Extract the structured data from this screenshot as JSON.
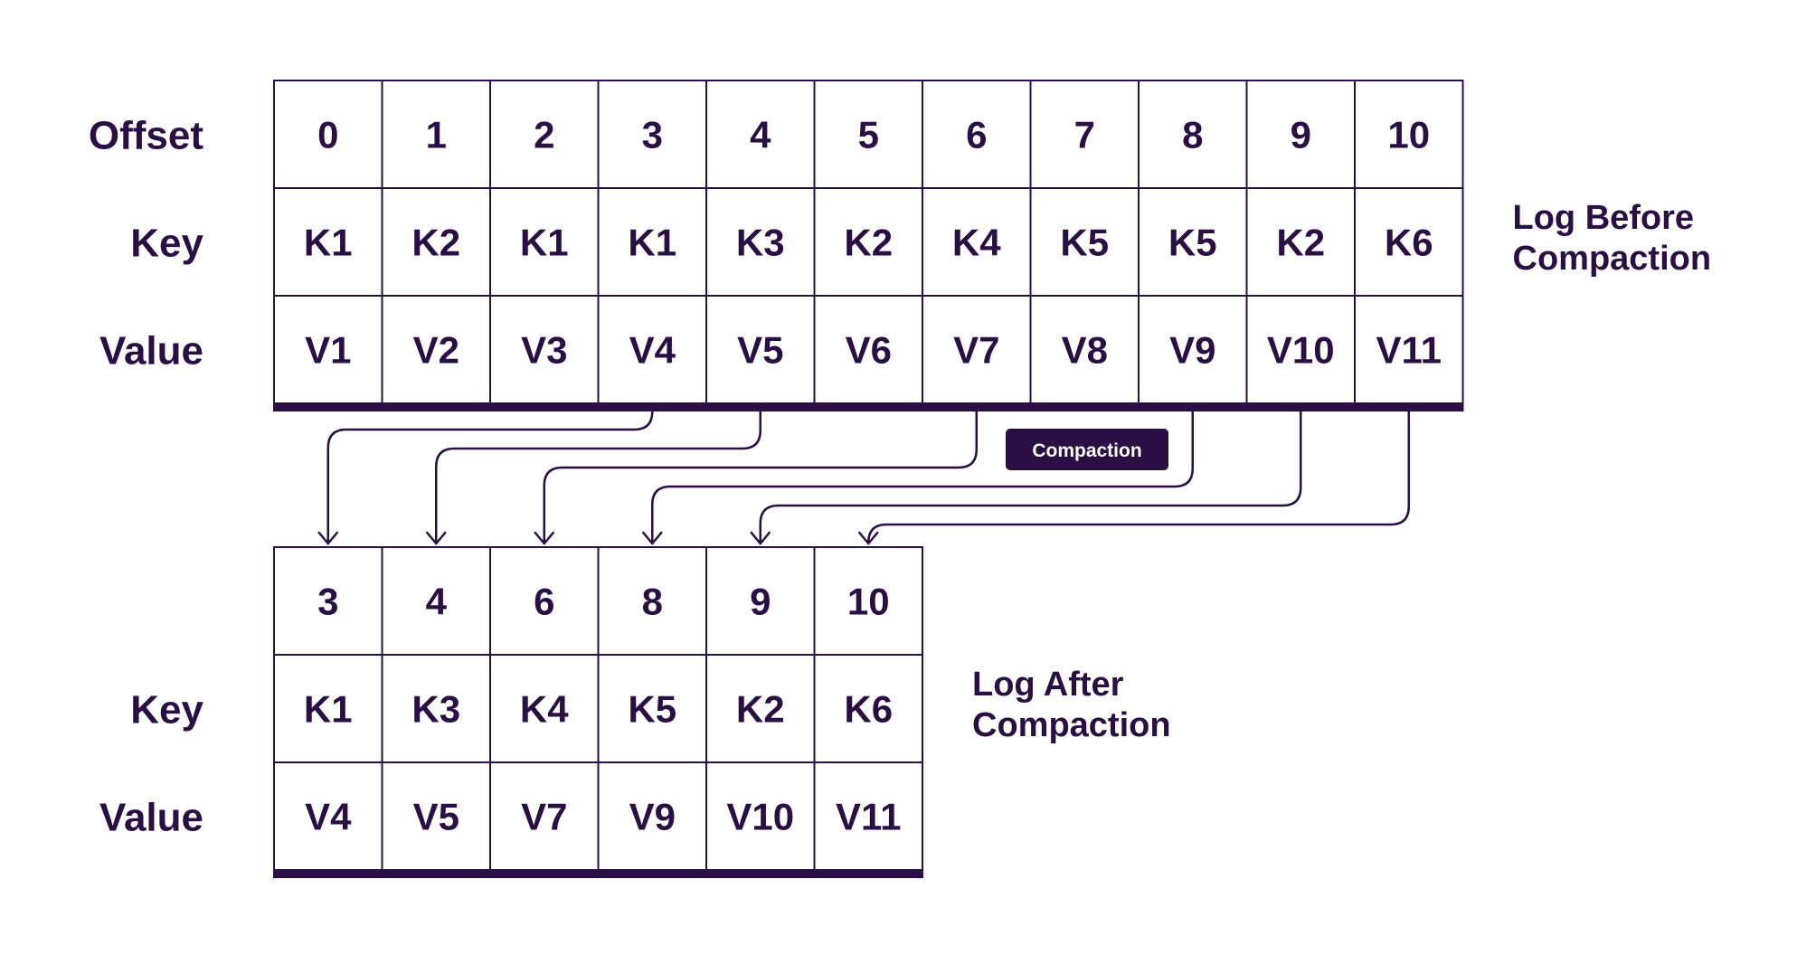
{
  "before_log": {
    "caption": [
      "Log Before",
      "Compaction"
    ],
    "row_labels": [
      "Offset",
      "Key",
      "Value"
    ],
    "offsets": [
      "0",
      "1",
      "2",
      "3",
      "4",
      "5",
      "6",
      "7",
      "8",
      "9",
      "10"
    ],
    "keys": [
      "K1",
      "K2",
      "K1",
      "K1",
      "K3",
      "K2",
      "K4",
      "K5",
      "K5",
      "K2",
      "K6"
    ],
    "values": [
      "V1",
      "V2",
      "V3",
      "V4",
      "V5",
      "V6",
      "V7",
      "V8",
      "V9",
      "V10",
      "V11"
    ]
  },
  "compaction_button": {
    "label": "Compaction"
  },
  "after_log": {
    "caption": [
      "Log After",
      "Compaction"
    ],
    "row_labels": [
      "",
      "Key",
      "Value"
    ],
    "offsets": [
      "3",
      "4",
      "6",
      "8",
      "9",
      "10"
    ],
    "keys": [
      "K1",
      "K3",
      "K4",
      "K5",
      "K2",
      "K6"
    ],
    "values": [
      "V4",
      "V5",
      "V7",
      "V9",
      "V10",
      "V11"
    ]
  },
  "mapping": [
    {
      "from": 3,
      "to": 0
    },
    {
      "from": 4,
      "to": 1
    },
    {
      "from": 6,
      "to": 2
    },
    {
      "from": 8,
      "to": 3
    },
    {
      "from": 9,
      "to": 4
    },
    {
      "from": 10,
      "to": 5
    }
  ],
  "colors": {
    "ink": "#2a0f45",
    "background": "#ffffff",
    "button_fill": "#2a0f45",
    "button_text": "#ffffff"
  }
}
